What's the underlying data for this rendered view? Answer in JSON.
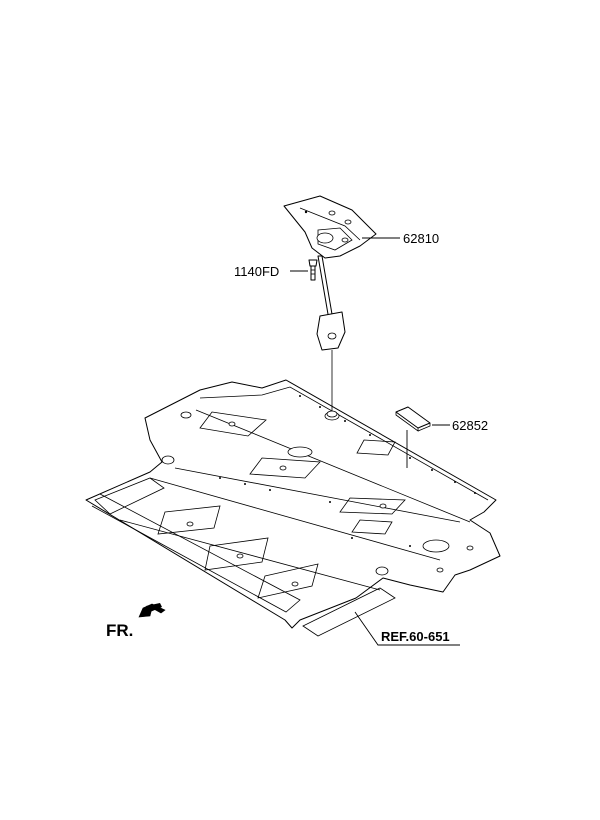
{
  "callouts": {
    "bracket": "62810",
    "bolt": "1140FD",
    "pad": "62852",
    "reference": "REF.60-651"
  },
  "direction": {
    "front": "FR."
  }
}
